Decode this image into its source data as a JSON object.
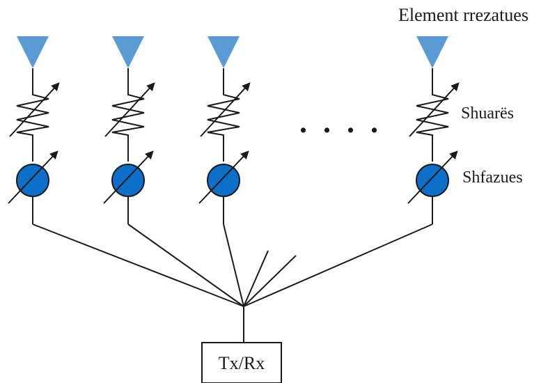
{
  "labels": {
    "radiating_element": "Element rrezatues",
    "attenuator": "Shuarës",
    "phase_shifter": "Shfazues",
    "transceiver": "Tx/Rx"
  },
  "ellipsis": ". . . .",
  "chain_count_visible": 4,
  "colors": {
    "antenna": "#5b9bd5",
    "phase_shifter_fill": "#0e6fc8",
    "line": "#1a1a1a"
  },
  "icons": [
    "antenna-triangle-icon",
    "variable-resistor-icon",
    "phase-shifter-icon",
    "arrow-icon"
  ]
}
